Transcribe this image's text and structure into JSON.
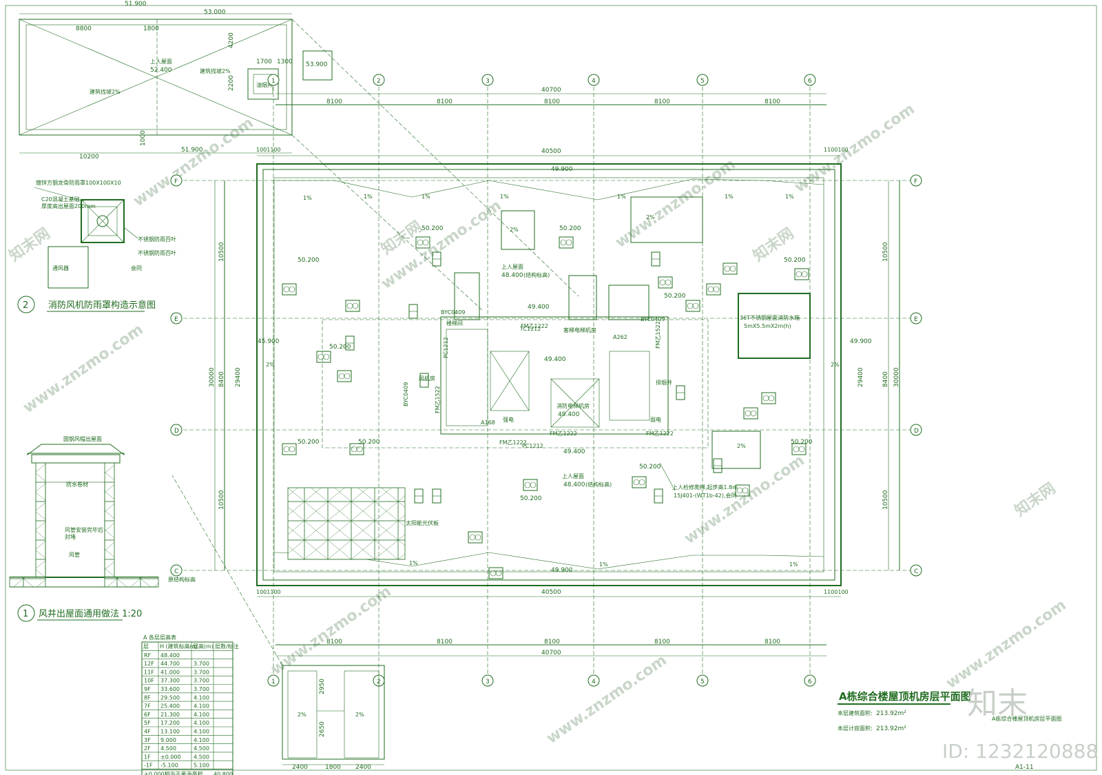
{
  "drawing": {
    "title": "A栋综合楼屋顶机房层平面图",
    "area_building_label": "本层建筑面积:",
    "area_building_value": "213.92m²",
    "area_calc_label": "本层计容面积:",
    "area_calc_value": "213.92m²",
    "sheet_number": "A1-11",
    "ref_label": "A栋综合楼屋顶机房层平面图"
  },
  "watermark": {
    "brand": "知末",
    "site": "www.znzmo.com",
    "site_cn": "知末网",
    "id_label": "ID: 1232120888"
  },
  "axes": {
    "columns": [
      "1",
      "2",
      "3",
      "4",
      "5",
      "6"
    ],
    "rows": [
      "F",
      "E",
      "D",
      "C"
    ]
  },
  "dimensions": {
    "top_total": "40700",
    "top_bays": [
      "8100",
      "8100",
      "8100",
      "8100",
      "8100"
    ],
    "inner_total": "40500",
    "edge_offset": "1001100",
    "edge_offset_right": "1100100",
    "left_total": "30000",
    "left_bays": [
      "10500",
      "8400",
      "10500"
    ],
    "left_inner": "29400",
    "bottom_total": "40700",
    "bottom_bays": [
      "8100",
      "8100",
      "8100",
      "8100",
      "8100"
    ]
  },
  "elevations": {
    "roof_main": "49.900",
    "roof_access": "48.400",
    "roof_access_note": "(结构标高)",
    "upper_roof": "上人屋面",
    "e1": "50.200",
    "e2": "49.400",
    "e3": "49.900",
    "e4": "45.900",
    "e5": "53.900",
    "e6": "51.900",
    "e7": "53.000",
    "e8": "52.400"
  },
  "labels": {
    "slope_1": "1%",
    "slope_2": "2%",
    "stair": "楼梯间",
    "elevator": "消防电梯机房",
    "elevator_2": "客梯电梯机房",
    "fan_room": "风机房",
    "exhaust": "排烟井",
    "water_tank": "36T不锈钢屋面消防水箱",
    "water_tank_size": "5mX5.5mX2m(h)",
    "strong_elec": "强电",
    "weak_elec": "弱电",
    "door_fm": "FM乙1222",
    "door_fm2": "FM乙1522",
    "window_byc": "BYC0409",
    "window_pc": "PC1212",
    "window_tc": "TC1212",
    "a1_room": "A168",
    "a2_room": "A262",
    "access_ladder": "上人检修爬梯,起步高1.8m",
    "access_ladder_ref": "15J401-(WT1b-42),会同",
    "hatch_note": "太阳能光伏板",
    "vent": "通风器"
  },
  "detail_1": {
    "number": "1",
    "title": "风井出屋面通用做法 1:20",
    "notes": [
      "圆钢风帽出屋面",
      "防水卷材",
      "风管",
      "风管安装完毕后",
      "封堵",
      "原结构标高"
    ]
  },
  "detail_2": {
    "number": "2",
    "title": "消防风机防雨罩构造示意图",
    "notes": [
      "镀锌方钢龙骨防雨罩100X100X10",
      "C20混凝土基础",
      "厚度高出屋面200mm",
      "不锈钢防雨百叶",
      "会同"
    ]
  },
  "level_table": {
    "caption": "A 各层层高表",
    "headers": [
      "层",
      "H (建筑标高m)",
      "层高(m)",
      "层数/标注"
    ],
    "rows": [
      [
        "RF",
        "48.400",
        "",
        ""
      ],
      [
        "12F",
        "44.700",
        "3.700",
        ""
      ],
      [
        "11F",
        "41.000",
        "3.700",
        ""
      ],
      [
        "10F",
        "37.300",
        "3.700",
        ""
      ],
      [
        "9F",
        "33.600",
        "3.700",
        ""
      ],
      [
        "8F",
        "29.500",
        "4.100",
        ""
      ],
      [
        "7F",
        "25.400",
        "4.100",
        ""
      ],
      [
        "6F",
        "21.300",
        "4.100",
        ""
      ],
      [
        "5F",
        "17.200",
        "4.100",
        ""
      ],
      [
        "4F",
        "13.100",
        "4.100",
        ""
      ],
      [
        "3F",
        "9.000",
        "4.100",
        ""
      ],
      [
        "2F",
        "4.500",
        "4.500",
        ""
      ],
      [
        "1F",
        "±0.000",
        "4.500",
        ""
      ],
      [
        "-1F",
        "-5.100",
        "5.100",
        ""
      ]
    ],
    "footer_label": "±0.000相当于黄海高程",
    "footer_value": "40.800"
  },
  "top_inset": {
    "dims": [
      "8800",
      "1800",
      "10200",
      "4200",
      "2200",
      "1700",
      "1300",
      "1000"
    ],
    "note": "建筑找坡2%",
    "note2": "上人屋面",
    "shaft": "油烟井"
  },
  "bottom_inset": {
    "dims": [
      "2400",
      "1800",
      "2400",
      "2950",
      "2650"
    ]
  }
}
